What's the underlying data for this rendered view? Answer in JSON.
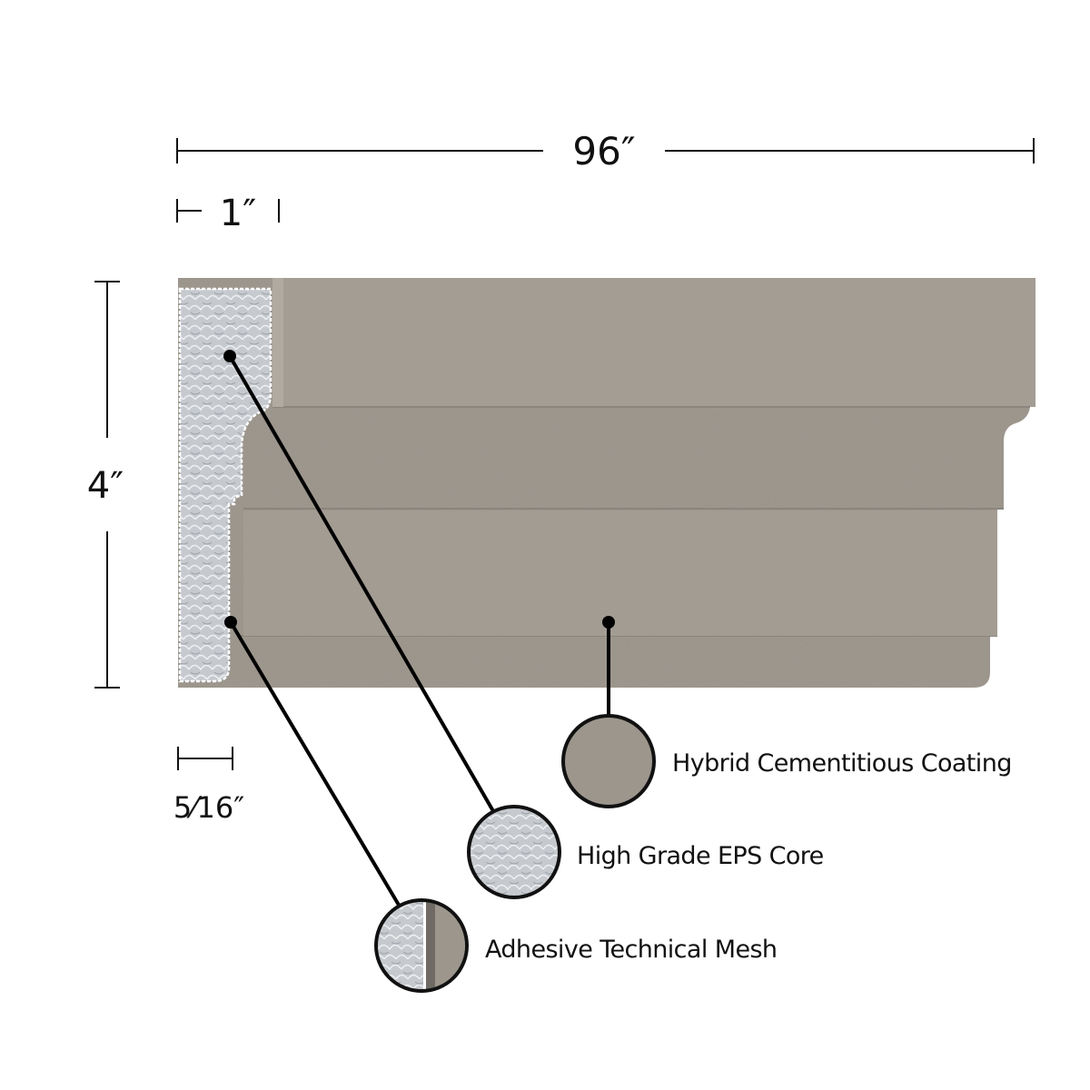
{
  "dimensions": {
    "length": "96″",
    "face": "1″",
    "height": "4″",
    "mesh_offset": "5⁄16″"
  },
  "callouts": [
    {
      "label": "Hybrid Cementitious Coating",
      "swatch": "coating"
    },
    {
      "label": "High Grade EPS Core",
      "swatch": "eps"
    },
    {
      "label": "Adhesive Technical Mesh",
      "swatch": "mesh"
    }
  ],
  "colors": {
    "coating": "#9c968d",
    "eps": "#c9cdd2",
    "line": "#000000"
  }
}
